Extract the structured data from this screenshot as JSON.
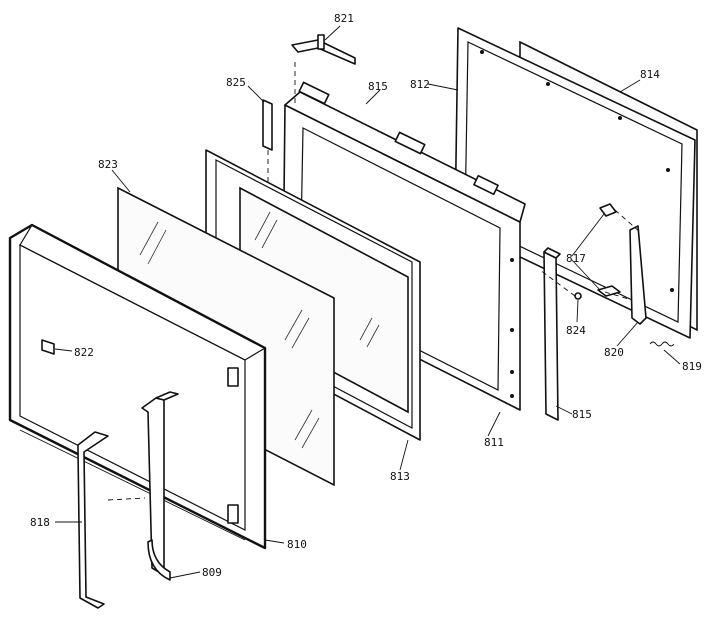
{
  "callouts": {
    "p809": "809",
    "p810": "810",
    "p811": "811",
    "p812": "812",
    "p813": "813",
    "p814": "814",
    "p815a": "815",
    "p815b": "815",
    "p817": "817",
    "p818": "818",
    "p819": "819",
    "p820": "820",
    "p821": "821",
    "p822": "822",
    "p823": "823",
    "p824": "824",
    "p825": "825"
  },
  "colors": {
    "line": "#111111",
    "background": "#ffffff"
  }
}
